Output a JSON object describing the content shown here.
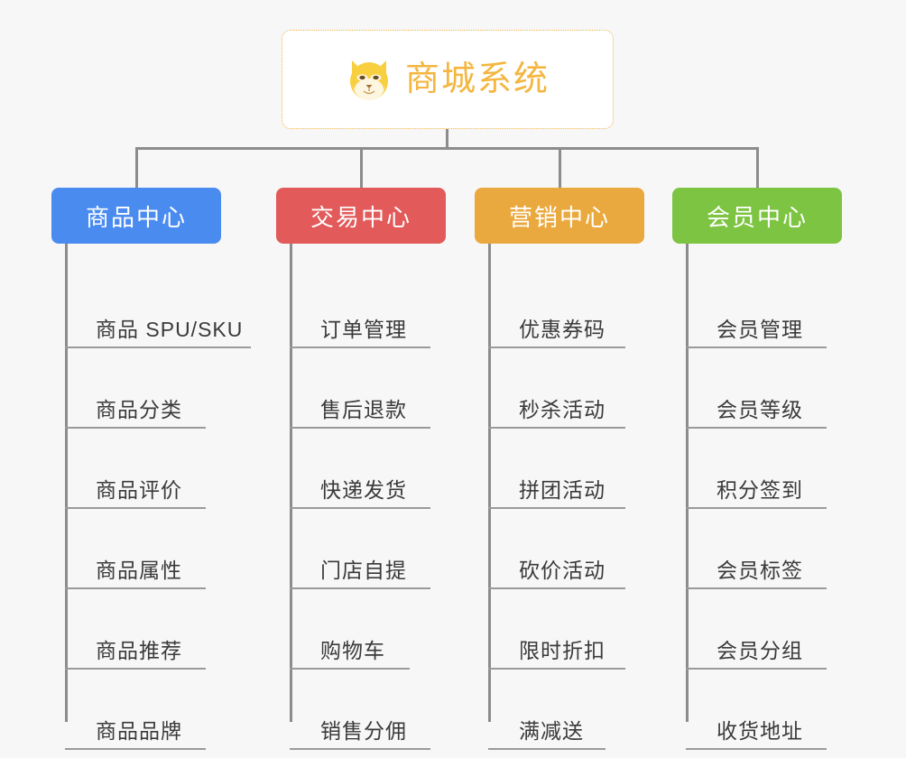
{
  "canvas": {
    "background": "#f7f7f7",
    "connector_color": "#8c8c8c"
  },
  "root": {
    "title": "商城系统",
    "icon": "shiba-dog-icon",
    "text_color": "#f3b63f",
    "border_color": "#f0b44a",
    "background": "#ffffff"
  },
  "branches": [
    {
      "title": "商品中心",
      "color": "#4a8bf0",
      "items": [
        "商品 SPU/SKU",
        "商品分类",
        "商品评价",
        "商品属性",
        "商品推荐",
        "商品品牌"
      ]
    },
    {
      "title": "交易中心",
      "color": "#e25a5a",
      "items": [
        "订单管理",
        "售后退款",
        "快递发货",
        "门店自提",
        "购物车",
        "销售分佣"
      ]
    },
    {
      "title": "营销中心",
      "color": "#eaa93f",
      "items": [
        "优惠券码",
        "秒杀活动",
        "拼团活动",
        "砍价活动",
        "限时折扣",
        "满减送"
      ]
    },
    {
      "title": "会员中心",
      "color": "#7cc441",
      "items": [
        "会员管理",
        "会员等级",
        "积分签到",
        "会员标签",
        "会员分组",
        "收货地址"
      ]
    }
  ]
}
